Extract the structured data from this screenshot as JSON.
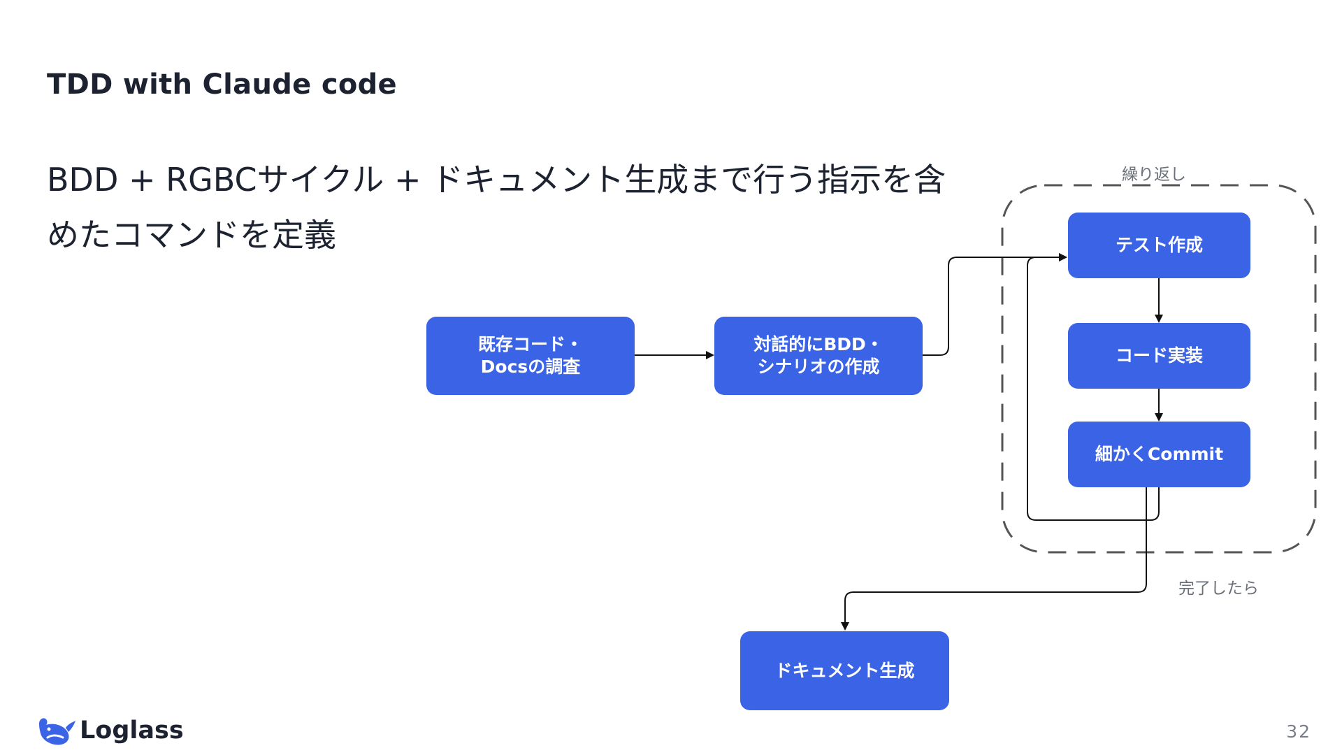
{
  "slide": {
    "title": "TDD with Claude code",
    "subtitle": "BDD + RGBCサイクル + ドキュメント生成まで行う指示を含めたコマンドを定義",
    "page_number": "32"
  },
  "diagram": {
    "nodes": {
      "investigate": "既存コード・\nDocsの調査",
      "bdd": "対話的にBDD・\nシナリオの作成",
      "test": "テスト作成",
      "implement": "コード実装",
      "commit": "細かくCommit",
      "docs": "ドキュメント生成"
    },
    "loop_label": "繰り返し",
    "done_label": "完了したら"
  },
  "logo": {
    "text": "Loglass",
    "icon": "whale-logo-icon"
  },
  "colors": {
    "node_fill": "#3a63e6",
    "arrow": "#111111",
    "dashed_border": "#555555"
  }
}
